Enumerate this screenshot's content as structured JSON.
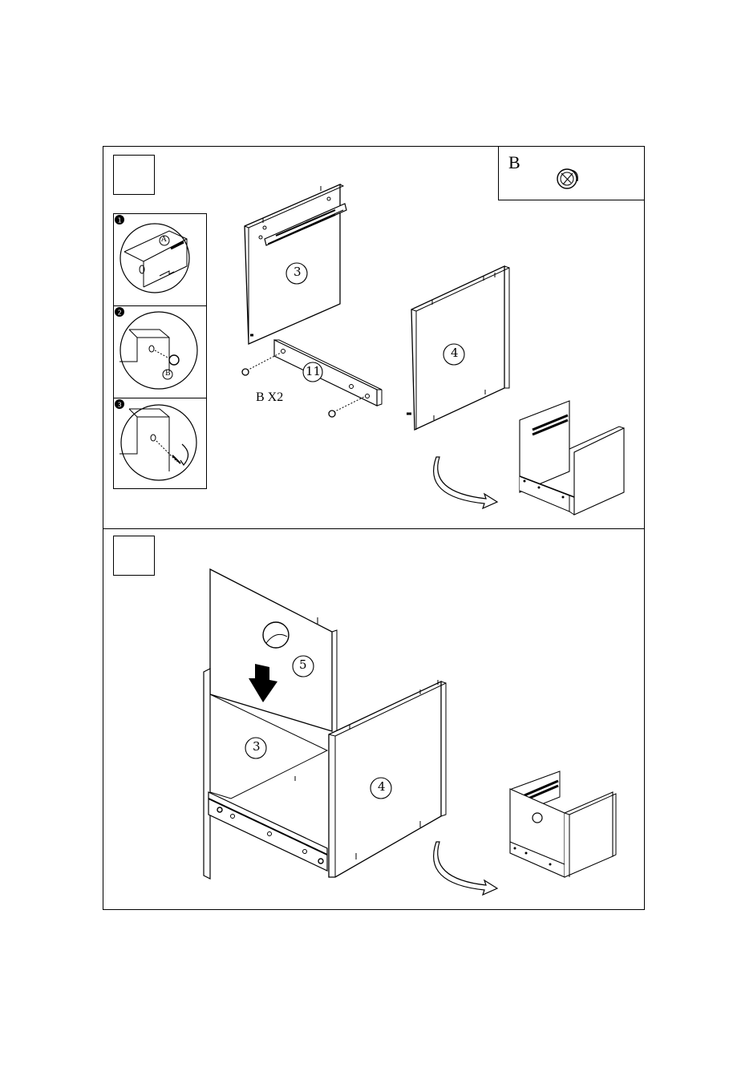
{
  "page": {
    "step1": {
      "hardware_legend": {
        "letter": "B"
      },
      "detail_steps": [
        "1",
        "2",
        "3"
      ],
      "detail_callouts": {
        "cam_bolt": "A",
        "cam_lock": "B"
      },
      "parts": {
        "panel_back": "3",
        "panel_side": "4",
        "rail": "11"
      },
      "quantity_note": "B X2"
    },
    "step2": {
      "parts": {
        "panel_front": "5",
        "panel_back": "3",
        "panel_side": "4"
      }
    },
    "colors": {
      "line": "#000000",
      "paper": "#ffffff",
      "arrow_fill": "#000000"
    }
  }
}
